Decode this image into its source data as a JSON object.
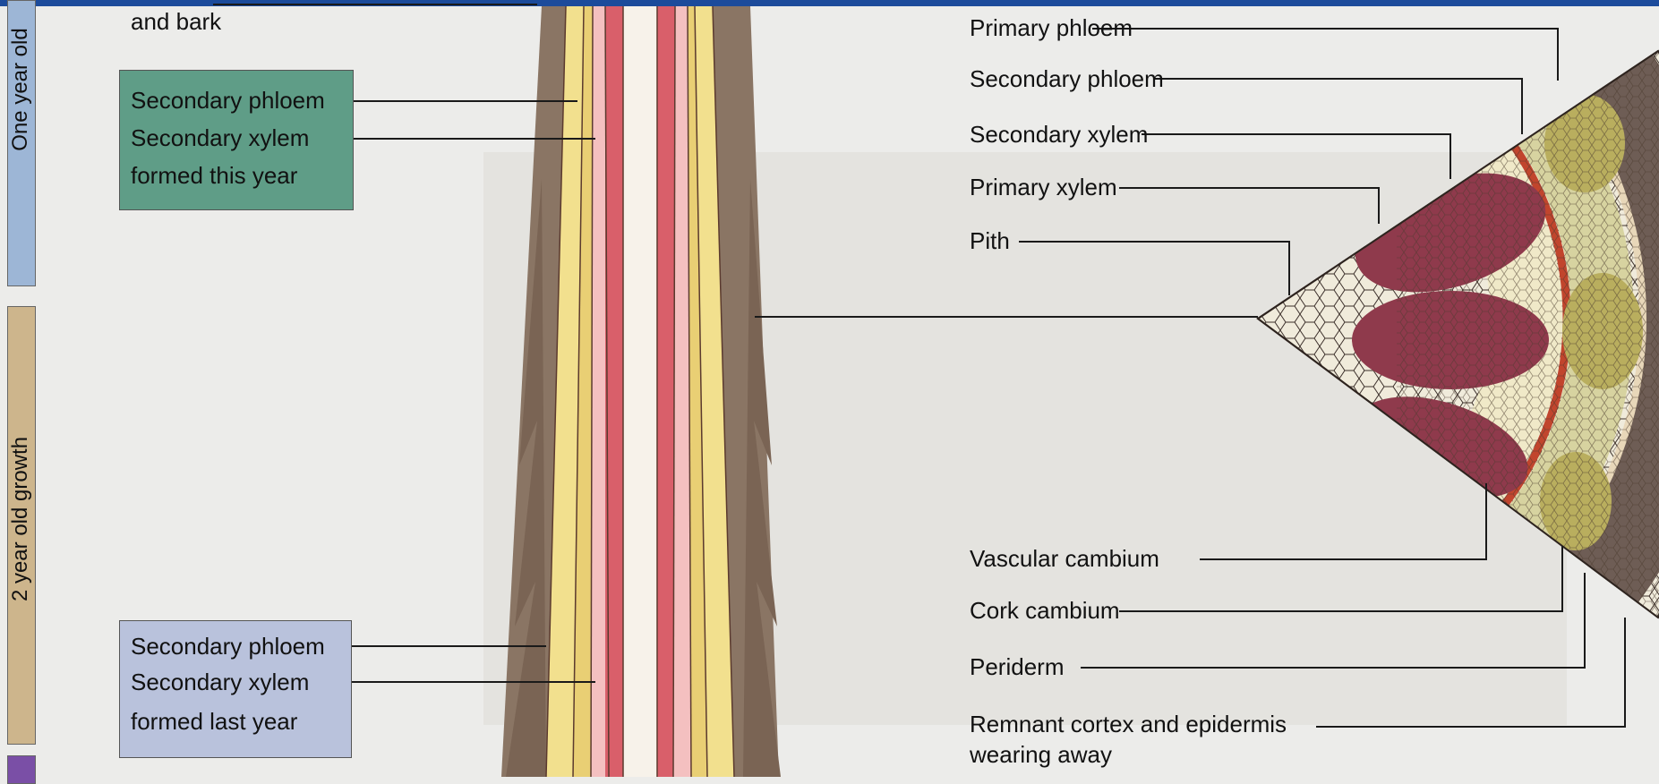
{
  "side_labels": {
    "one_year": "One year old",
    "two_year": "2 year old growth"
  },
  "left_labels": {
    "top_fragment": "and bark",
    "box1": [
      "Secondary phloem",
      "Secondary xylem",
      "formed this year"
    ],
    "box2": [
      "Secondary phloem",
      "Secondary xylem",
      "formed last year"
    ]
  },
  "right_labels": [
    "Primary phloem",
    "Secondary phloem",
    "Secondary xylem",
    "Primary xylem",
    "Pith",
    "Vascular cambium",
    "Cork cambium",
    "Periderm",
    "Remnant cortex and epidermis",
    "wearing away"
  ],
  "colors": {
    "header_bar": "#1c4b9b",
    "box1_fill": "#5f9d87",
    "box2_fill": "#b9c2dc",
    "side_one_year": "#9db6d6",
    "side_two_year": "#cdb58c",
    "xylem": "#d95f6a",
    "phloem": "#f2e08e",
    "bark": "#8a7564",
    "pith_cells": "#f0ebdb",
    "primary_xylem": "#8f3a4c",
    "cork": "#6e5d55"
  }
}
